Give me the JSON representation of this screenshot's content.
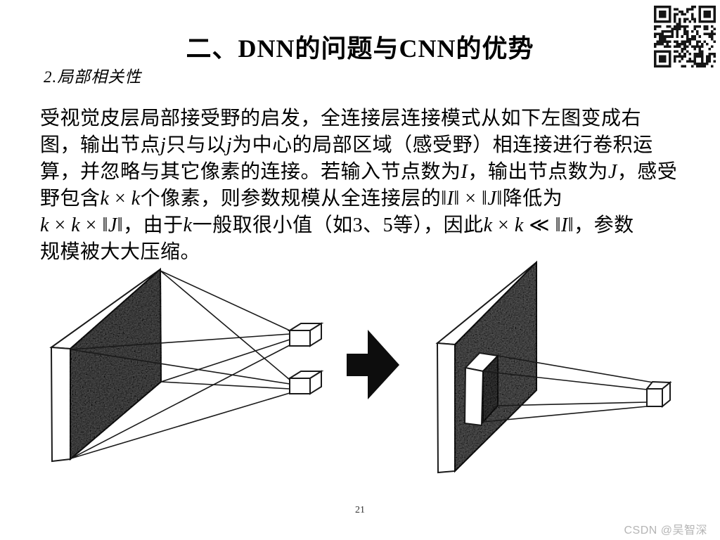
{
  "slide": {
    "title": "二、DNN的问题与CNN的优势",
    "subtitle": "2.局部相关性",
    "paragraph_lines": [
      "受视觉皮层局部接受野的启发，全连接层连接模式从如下左图变成右",
      "图，输出节点j只与以j为中心的局部区域（感受野）相连接进行卷积运",
      "算，并忽略与其它像素的连接。若输入节点数为I，输出节点数为J，感受",
      "野包含k × k个像素，则参数规模从全连接层的‖I‖ × ‖J‖降低为",
      "k × k × ‖J‖，由于k一般取很小值（如3、5等），因此k × k ≪ ‖I‖，参数",
      "规模被大大压缩。"
    ],
    "page_number": "21",
    "watermark": "CSDN @吴智深"
  },
  "figure": {
    "left_diagram_name": "fully-connected-layer-diagram",
    "right_diagram_name": "locally-connected-receptive-field-diagram",
    "arrow_name": "transform-arrow-right",
    "qr_name": "qr-code",
    "colors": {
      "image_plane": "#4f4f4f",
      "right_image_plane": "#565656",
      "patch_face": "#3a3a3a",
      "arrow": "#0d0d0d",
      "outline": "#1a1a1a",
      "cube_face": "#ffffff",
      "watermark": "#b5b5b5",
      "text": "#000000",
      "qr": "#161616"
    }
  }
}
